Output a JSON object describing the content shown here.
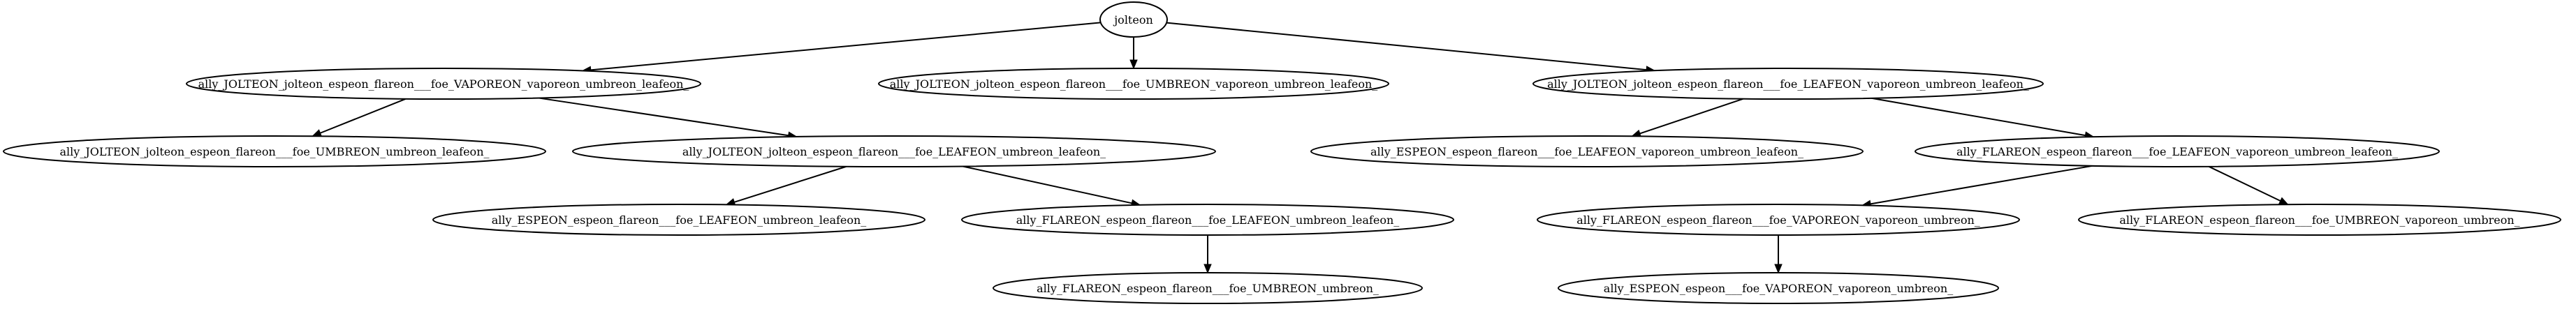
{
  "graph": {
    "root": "jolteon",
    "nodes": [
      {
        "id": "n0",
        "label": "jolteon"
      },
      {
        "id": "n1",
        "label": "ally_JOLTEON_jolteon_espeon_flareon___foe_VAPOREON_vaporeon_umbreon_leafeon_"
      },
      {
        "id": "n2",
        "label": "ally_JOLTEON_jolteon_espeon_flareon___foe_UMBREON_vaporeon_umbreon_leafeon_"
      },
      {
        "id": "n3",
        "label": "ally_JOLTEON_jolteon_espeon_flareon___foe_LEAFEON_vaporeon_umbreon_leafeon_"
      },
      {
        "id": "n4",
        "label": "ally_JOLTEON_jolteon_espeon_flareon___foe_UMBREON_umbreon_leafeon_"
      },
      {
        "id": "n5",
        "label": "ally_JOLTEON_jolteon_espeon_flareon___foe_LEAFEON_umbreon_leafeon_"
      },
      {
        "id": "n6",
        "label": "ally_ESPEON_espeon_flareon___foe_LEAFEON_vaporeon_umbreon_leafeon_"
      },
      {
        "id": "n7",
        "label": "ally_FLAREON_espeon_flareon___foe_LEAFEON_vaporeon_umbreon_leafeon_"
      },
      {
        "id": "n8",
        "label": "ally_ESPEON_espeon_flareon___foe_LEAFEON_umbreon_leafeon_"
      },
      {
        "id": "n9",
        "label": "ally_FLAREON_espeon_flareon___foe_LEAFEON_umbreon_leafeon_"
      },
      {
        "id": "n10",
        "label": "ally_FLAREON_espeon_flareon___foe_VAPOREON_vaporeon_umbreon_"
      },
      {
        "id": "n11",
        "label": "ally_FLAREON_espeon_flareon___foe_UMBREON_vaporeon_umbreon_"
      },
      {
        "id": "n12",
        "label": "ally_FLAREON_espeon_flareon___foe_UMBREON_umbreon_"
      },
      {
        "id": "n13",
        "label": "ally_ESPEON_espeon___foe_VAPOREON_vaporeon_umbreon_"
      }
    ],
    "edges": [
      {
        "from": "n0",
        "to": "n1"
      },
      {
        "from": "n0",
        "to": "n2"
      },
      {
        "from": "n0",
        "to": "n3"
      },
      {
        "from": "n1",
        "to": "n4"
      },
      {
        "from": "n1",
        "to": "n5"
      },
      {
        "from": "n3",
        "to": "n6"
      },
      {
        "from": "n3",
        "to": "n7"
      },
      {
        "from": "n5",
        "to": "n8"
      },
      {
        "from": "n5",
        "to": "n9"
      },
      {
        "from": "n7",
        "to": "n10"
      },
      {
        "from": "n7",
        "to": "n11"
      },
      {
        "from": "n9",
        "to": "n12"
      },
      {
        "from": "n10",
        "to": "n13"
      }
    ],
    "colors": {
      "stroke": "#000000",
      "fill": "#ffffff",
      "text": "#000000"
    }
  }
}
